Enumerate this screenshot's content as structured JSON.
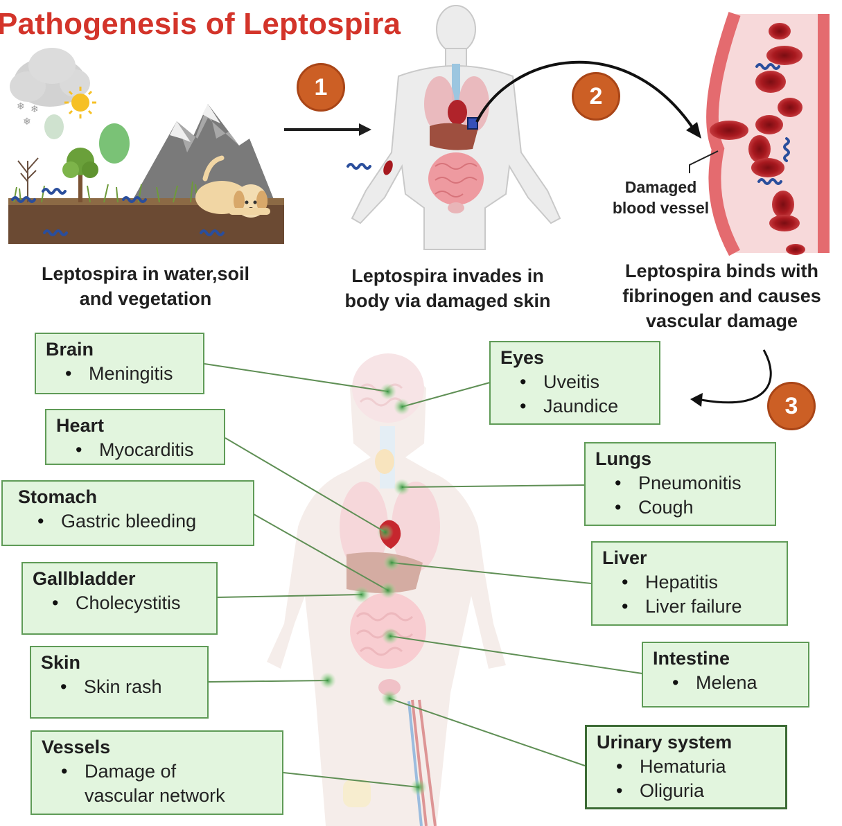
{
  "title": "Pathogenesis of Leptospira",
  "steps": [
    "1",
    "2",
    "3"
  ],
  "captions": {
    "environment": [
      "Leptospira in water,soil",
      "and vegetation"
    ],
    "invasion": [
      "Leptospira invades in",
      "body via damaged skin"
    ],
    "binding": [
      "Leptospira binds with",
      "fibrinogen and causes",
      "vascular damage"
    ]
  },
  "vessel_label": [
    "Damaged",
    "blood vessel"
  ],
  "organs": {
    "brain": {
      "name": "Brain",
      "effects": [
        "Meningitis"
      ]
    },
    "eyes": {
      "name": "Eyes",
      "effects": [
        "Uveitis",
        "Jaundice"
      ]
    },
    "heart": {
      "name": "Heart",
      "effects": [
        "Myocarditis"
      ]
    },
    "lungs": {
      "name": "Lungs",
      "effects": [
        "Pneumonitis",
        "Cough"
      ]
    },
    "stomach": {
      "name": "Stomach",
      "effects": [
        "Gastric bleeding"
      ]
    },
    "liver": {
      "name": "Liver",
      "effects": [
        "Hepatitis",
        "Liver failure"
      ]
    },
    "gallbladder": {
      "name": "Gallbladder",
      "effects": [
        "Cholecystitis"
      ]
    },
    "intestine": {
      "name": "Intestine",
      "effects": [
        "Melena"
      ]
    },
    "skin": {
      "name": "Skin",
      "effects": [
        "Skin rash"
      ]
    },
    "urinary": {
      "name": "Urinary system",
      "effects": [
        "Hematuria",
        "Oliguria"
      ]
    },
    "vessels": {
      "name": "Vessels",
      "effects": [
        [
          "Damage of",
          "vascular network"
        ]
      ]
    }
  },
  "colors": {
    "title": "#d3342a",
    "step_badge": "#cc5f25",
    "box_fill": "#e2f5de",
    "box_border": "#5f9b57",
    "connector": "#5f8f55",
    "vessel_wall": "#e46b6f",
    "blood": "#f7dada",
    "rbc": "#a6191f",
    "bacteria": "#2a4e9c"
  },
  "icons": [
    "cloud-icon",
    "sun-icon",
    "snowflake-icon",
    "mountain-icon",
    "tree-icon",
    "puppy-icon",
    "human-body-icon",
    "blood-vessel-icon",
    "red-blood-cell-icon",
    "leptospira-bacteria-icon",
    "arrow-right-icon",
    "curved-arrow-icon"
  ]
}
